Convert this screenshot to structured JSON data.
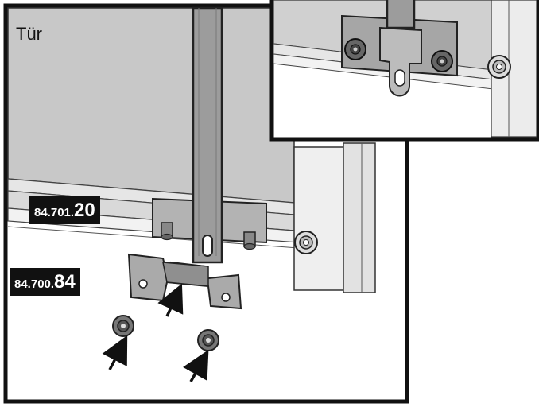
{
  "door_label": "Tür",
  "parts": [
    {
      "prefix": "84.701.",
      "suffix": "20"
    },
    {
      "prefix": "84.700.",
      "suffix": "84"
    }
  ],
  "colors": {
    "outline": "#111111",
    "door_panel": "#c4c4c4",
    "metal": "#9a9a9a",
    "frame": "#e9e9e9"
  }
}
